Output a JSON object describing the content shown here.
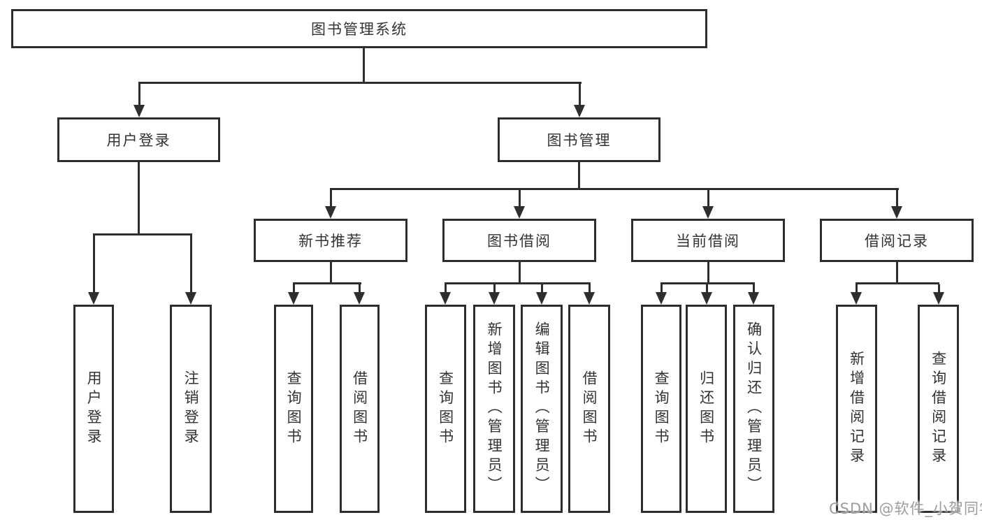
{
  "diagram": {
    "root": {
      "label": "图书管理系统"
    },
    "level2": [
      {
        "label": "用户登录"
      },
      {
        "label": "图书管理"
      }
    ],
    "level3": [
      {
        "label": "新书推荐"
      },
      {
        "label": "图书借阅"
      },
      {
        "label": "当前借阅"
      },
      {
        "label": "借阅记录"
      }
    ],
    "leaves": {
      "login": [
        "用户登录",
        "注销登录"
      ],
      "recommend": [
        "查询图书",
        "借阅图书"
      ],
      "borrow": [
        "查询图书",
        "新增图书（管理员）",
        "编辑图书（管理员）",
        "借阅图书"
      ],
      "current": [
        "查询图书",
        "归还图书",
        "确认归还（管理员）"
      ],
      "record": [
        "新增借阅记录",
        "查询借阅记录"
      ]
    },
    "watermark": "CSDN @软件_小贺同学",
    "colors": {
      "line": "#2e2e2e",
      "text": "#333333",
      "watermark": "#9c9c9c",
      "background": "#ffffff"
    }
  }
}
